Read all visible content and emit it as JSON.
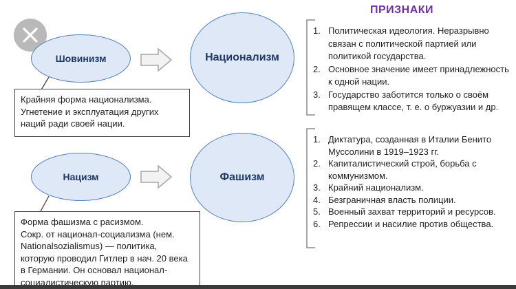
{
  "close_button": {
    "icon": "close-icon"
  },
  "features_title": "ПРИЗНАКИ",
  "row1": {
    "small_ellipse": "Шовинизм",
    "big_ellipse": "Национализм",
    "description": "Крайняя форма национализма.\nУгнетение и эксплуатация других\nнаций ради своей нации.",
    "features": [
      {
        "num": "1.",
        "text": "Политическая идеология. Неразрывно связан с политической партией или политикой государства."
      },
      {
        "num": "2.",
        "text": "Основное значение имеет принадлежность к одной нации."
      },
      {
        "num": "3.",
        "text": "Государство заботится только о своём правящем классе, т. е. о буржуазии и др."
      }
    ]
  },
  "row2": {
    "small_ellipse": "Нацизм",
    "big_ellipse": "Фашизм",
    "description": "Форма фашизма с расизмом.\nСокр. от национал-социализма (нем.\nNationalsozialismus) — политика,\nкоторую проводил Гитлер в нач. 20 века\nв Германии. Он основал национал-\nсоциалистическую партию.",
    "features": [
      {
        "num": "1.",
        "text": "Диктатура, созданная в Италии Бенито Муссолини в 1919–1923 гг."
      },
      {
        "num": "2.",
        "text": "Капиталистический строй, борьба с коммунизмом."
      },
      {
        "num": "3.",
        "text": "Крайний национализм."
      },
      {
        "num": "4.",
        "text": "Безграничная власть полиции."
      },
      {
        "num": "5.",
        "text": "Военный захват территорий и ресурсов."
      },
      {
        "num": "6.",
        "text": "Репрессии и насилие против общества."
      }
    ]
  },
  "colors": {
    "ellipse_fill": "#dfe8f6",
    "ellipse_border": "#4f81bd",
    "ellipse_text": "#1f3864",
    "title": "#7030a0",
    "arrow_fill": "#f2f2f2",
    "arrow_border": "#a6a6a6"
  }
}
